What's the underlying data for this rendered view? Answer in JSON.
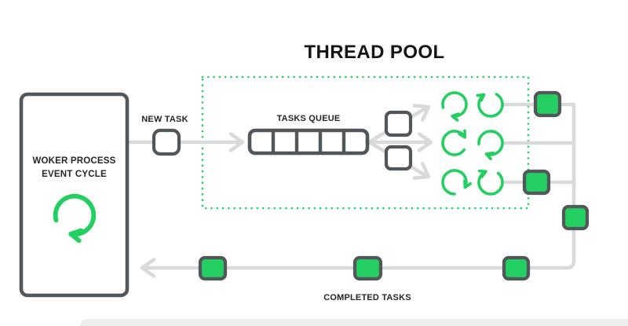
{
  "title": "THREAD POOL",
  "worker_box": {
    "line1": "WOKER PROCESS",
    "line2": "EVENT CYCLE",
    "icon": "cycle-arrow-icon"
  },
  "labels": {
    "new_task": "NEW TASK",
    "tasks_queue": "TASKS QUEUE",
    "completed_tasks": "COMPLETED TASKS"
  },
  "structure": {
    "queue_cells": 5,
    "thread_rows": 3,
    "spinners_per_row": 2,
    "pending_task_squares": 2,
    "completed_task_squares": 6,
    "flow": "worker process -> new task -> tasks queue -> thread pool -> completed tasks -> worker process"
  },
  "icons": {
    "worker_cycle": "cycle-arrow-icon",
    "thread_spinner": "cycle-arrow-icon",
    "arrows": "gray-flow-arrow-icon"
  },
  "colors": {
    "green": "#22CF60",
    "dark": "#52575B",
    "line": "#D8DADC",
    "strip": "#EDEEEF",
    "text": "#232629"
  }
}
